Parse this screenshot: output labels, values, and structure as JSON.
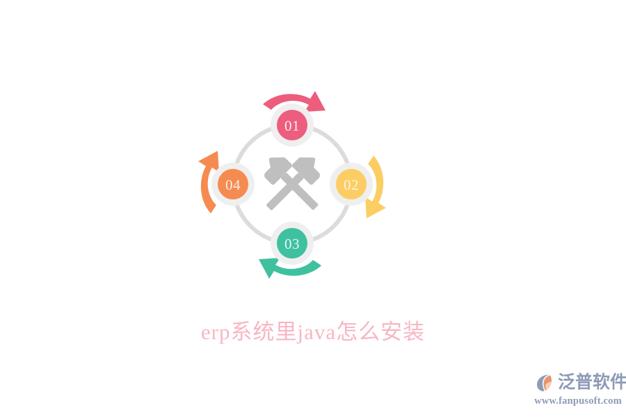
{
  "page": {
    "background_color": "#ffffff"
  },
  "diagram": {
    "type": "cycle",
    "center_icon": "crossed-hammers-icon",
    "center_icon_color": "#bfbfbf",
    "ring_color": "#dcdcdc",
    "nodes": [
      {
        "label": "01",
        "position": "top",
        "color": "#ec5d7e",
        "arrow_direction": "clockwise-right"
      },
      {
        "label": "02",
        "position": "right",
        "color": "#fbcd63",
        "arrow_direction": "clockwise-down"
      },
      {
        "label": "03",
        "position": "bottom",
        "color": "#3fc1a0",
        "arrow_direction": "clockwise-left"
      },
      {
        "label": "04",
        "position": "left",
        "color": "#f58b51",
        "arrow_direction": "clockwise-up"
      }
    ]
  },
  "caption": {
    "text": "erp系统里java怎么安装",
    "color": "#f8b6c3"
  },
  "watermark": {
    "brand_name": "泛普软件",
    "url": "www.fanpusoft.com",
    "color": "#8e9ab8",
    "accent_color": "#e8956a",
    "mark_icon": "fanpu-swoosh-logo-icon"
  }
}
